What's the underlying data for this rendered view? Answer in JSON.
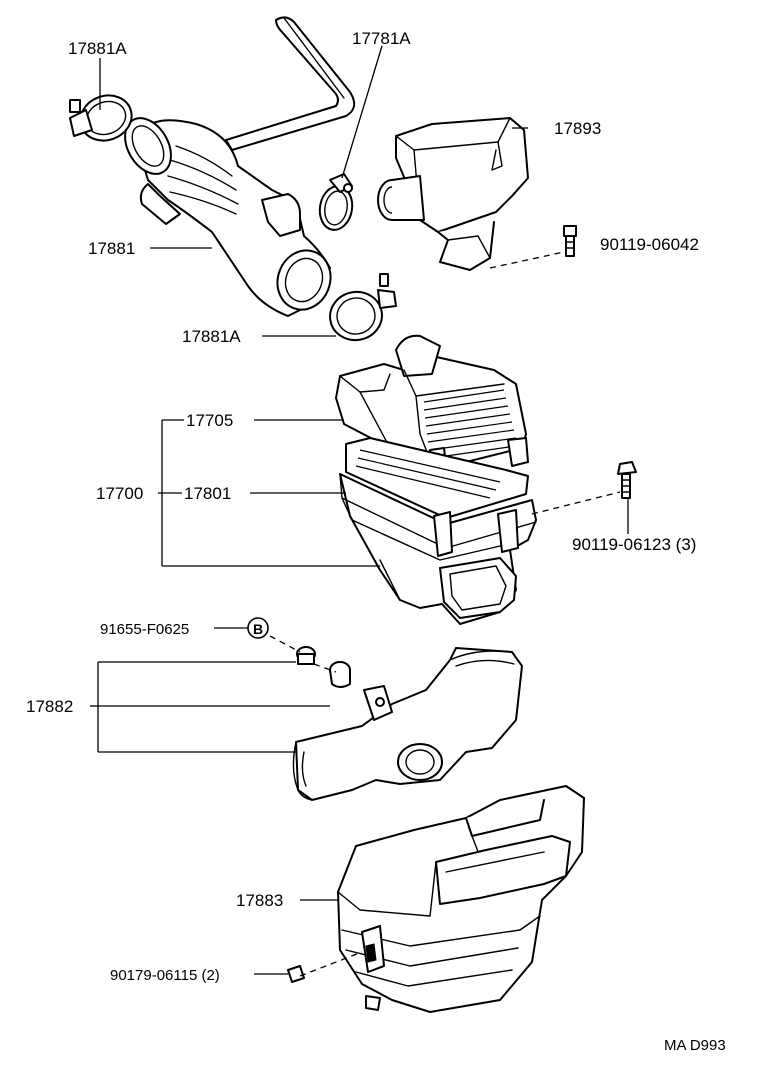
{
  "labels": {
    "l17881A_top": "17881A",
    "l17781A": "17781A",
    "l17893": "17893",
    "l90119_06042": "90119-06042",
    "l17881": "17881",
    "l17881A_bottom": "17881A",
    "l17705": "17705",
    "l17700": "17700",
    "l17801": "17801",
    "l90119_06123": "90119-06123 (3)",
    "l91655": "91655-F0625",
    "lB": "B",
    "l17882": "17882",
    "l17883": "17883",
    "l90179_06115": "90179-06115 (2)",
    "ref": "MA D993"
  }
}
